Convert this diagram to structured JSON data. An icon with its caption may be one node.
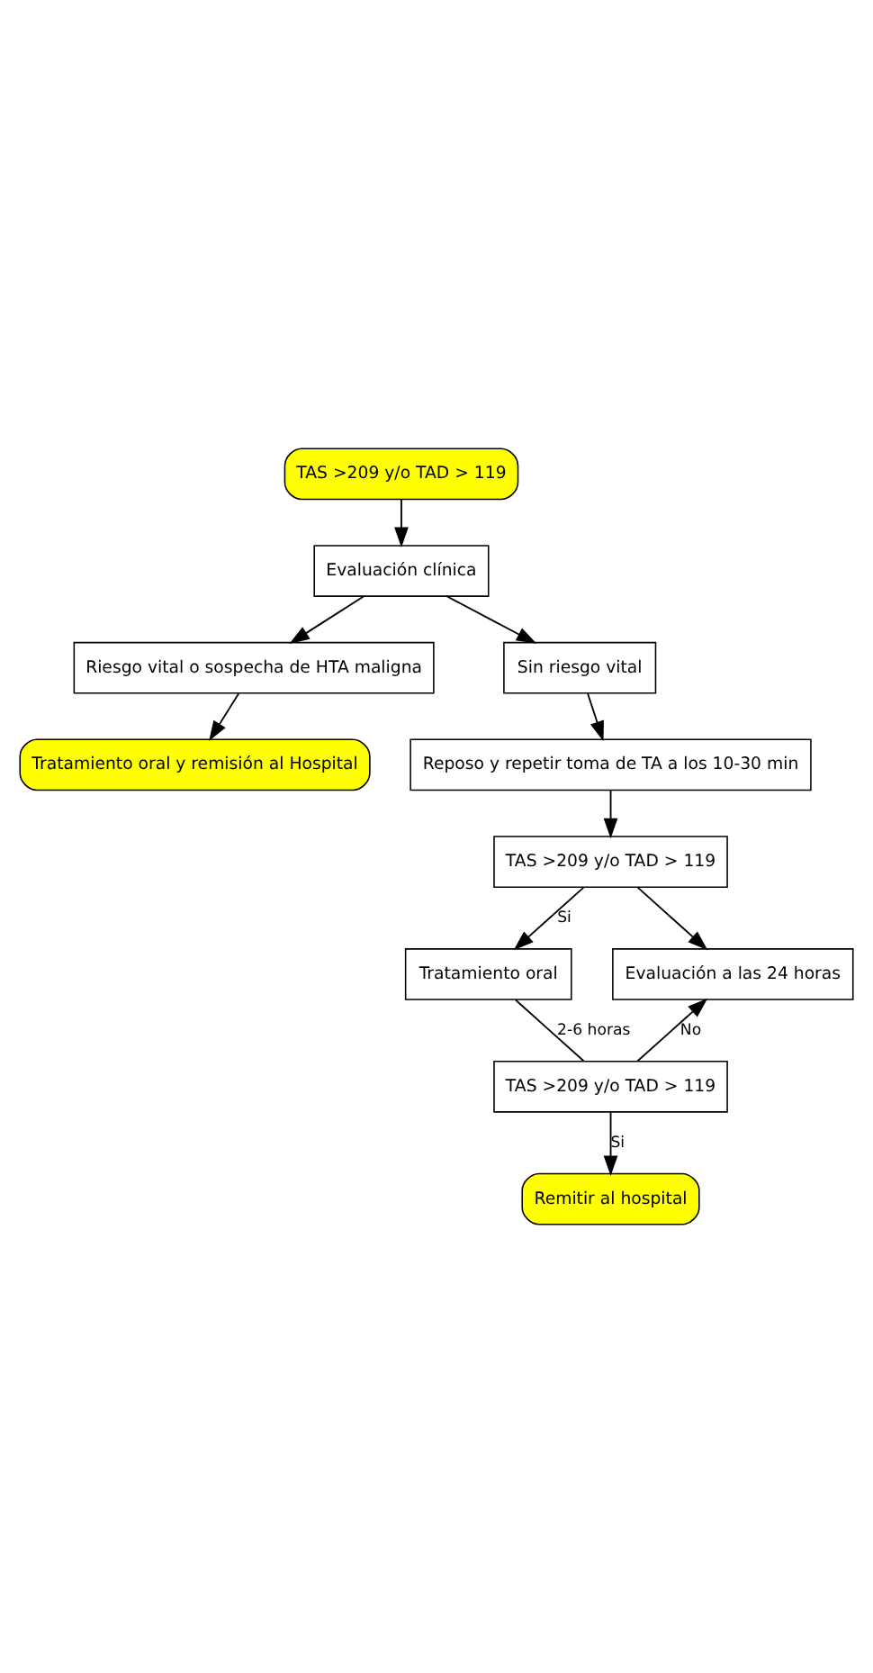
{
  "diagram": {
    "nodes": [
      {
        "text": [
          "TAS >209 y/o TAD > 119"
        ]
      },
      {
        "text": [
          "Evaluación clínica"
        ]
      },
      {
        "text": [
          "Riesgo vital o sospecha de HTA maligna"
        ]
      },
      {
        "text": [
          "Sin riesgo vital"
        ]
      },
      {
        "text": [
          "Tratamiento oral y remisión al Hospital"
        ]
      },
      {
        "text": [
          "Reposo y repetir toma de TA a los 10-30 min"
        ]
      },
      {
        "text": [
          "TAS >209 y/o TAD > 119"
        ]
      },
      {
        "text": [
          "Tratamiento oral"
        ]
      },
      {
        "text": [
          "Evaluación a las 24 horas"
        ]
      },
      {
        "text": [
          "TAS >209 y/o TAD > 119"
        ]
      },
      {
        "text": [
          "Remitir al hospital"
        ]
      }
    ],
    "edges": [
      {
        "from": 0,
        "to": 1,
        "arrow": "to"
      },
      {
        "from": 1,
        "to": 2,
        "arrow": "to"
      },
      {
        "from": 1,
        "to": 3,
        "arrow": "to"
      },
      {
        "from": 2,
        "to": 4,
        "arrow": "to"
      },
      {
        "from": 3,
        "to": 5,
        "arrow": "to"
      },
      {
        "from": 5,
        "to": 6,
        "arrow": "to"
      },
      {
        "from": 6,
        "to": 7,
        "arrow": "to",
        "label": "Si"
      },
      {
        "from": 6,
        "to": 8,
        "arrow": "to"
      },
      {
        "from": 7,
        "to": 9,
        "arrow": "none",
        "label": "2-6 horas"
      },
      {
        "from": 9,
        "to": 8,
        "arrow": "to",
        "label": "No"
      },
      {
        "from": 9,
        "to": 10,
        "arrow": "to",
        "label": "Si"
      }
    ]
  }
}
